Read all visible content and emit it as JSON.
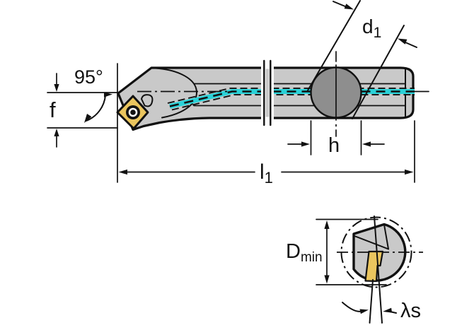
{
  "drawing": {
    "type": "technical-dimension-drawing",
    "views": {
      "side_view": "boring bar side elevation",
      "section_view": "cross section in minimum bore"
    },
    "labels": {
      "approach_angle": "95°",
      "tip_offset": "f",
      "shank_diameter_base": "d",
      "shank_diameter_sub": "1",
      "flat_height": "h",
      "overall_length_base": "l",
      "overall_length_sub": "1",
      "min_bore_base": "D",
      "min_bore_sub": "min",
      "inclination_angle": "λs"
    },
    "colors": {
      "background": "#ffffff",
      "body_gray": "#c9c9c9",
      "bore_gray": "#8e8e8e",
      "insert_gold": "#eac55e",
      "coolant_cyan": "#2ad2d8",
      "line": "#111111"
    }
  }
}
